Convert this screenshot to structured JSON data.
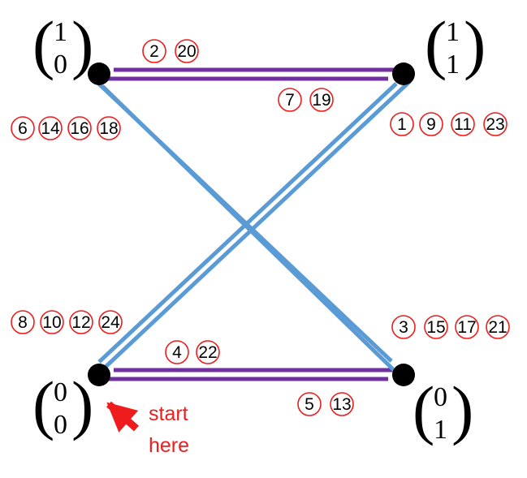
{
  "nodes": {
    "top_left": {
      "top": "1",
      "bottom": "0"
    },
    "top_right": {
      "top": "1",
      "bottom": "1"
    },
    "bottom_left": {
      "top": "0",
      "bottom": "0"
    },
    "bottom_right": {
      "top": "0",
      "bottom": "1"
    }
  },
  "edge_labels": {
    "top_to_left": [
      "2",
      "20"
    ],
    "top_to_right": [
      "7",
      "19"
    ],
    "top_left_diag": [
      "6",
      "14",
      "16",
      "18"
    ],
    "top_right_diag": [
      "1",
      "9",
      "11",
      "23"
    ],
    "bottom_left_diag": [
      "8",
      "10",
      "12",
      "24"
    ],
    "bottom_right_diag": [
      "3",
      "15",
      "17",
      "21"
    ],
    "bottom_to_left": [
      "4",
      "22"
    ],
    "bottom_to_right": [
      "5",
      "13"
    ]
  },
  "start_label": {
    "line1": "start",
    "line2": "here"
  },
  "colors": {
    "horizontal_arrow": "#7030a0",
    "diagonal_arrow": "#5b9bd5",
    "start": "#ee1c1c",
    "label_circle": "#ee1c1c",
    "node": "#000000"
  }
}
